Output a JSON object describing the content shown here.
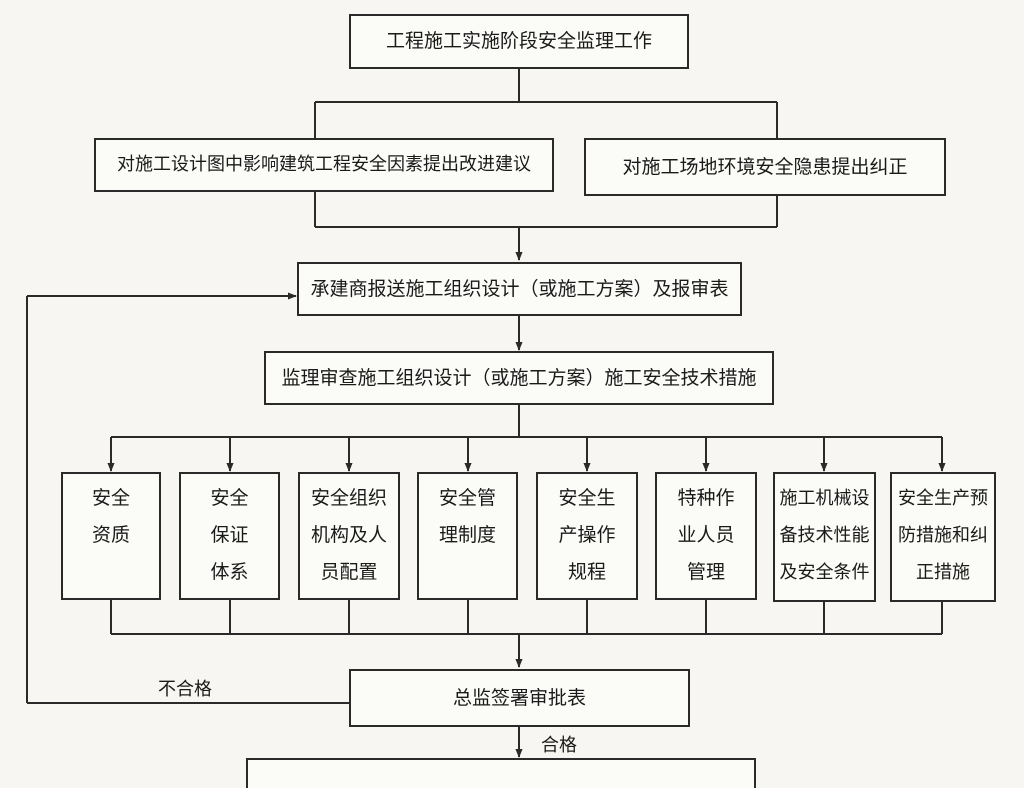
{
  "title": "工程施工实施阶段安全监理工作",
  "suggestions": {
    "design": "对施工设计图中影响建筑工程安全因素提出改进建议",
    "site": "对施工场地环境安全隐患提出纠正"
  },
  "submit": "承建商报送施工组织设计（或施工方案）及报审表",
  "review": "监理审查施工组织设计（或施工方案）施工安全技术措施",
  "review_items": [
    "安全\n资质",
    "安全\n保证\n体系",
    "安全组织\n机构及人\n员配置",
    "安全管\n理制度",
    "安全生\n产操作\n规程",
    "特种作\n业人员\n管理",
    "施工机械设\n备技术性能\n及安全条件",
    "安全生产预\n防措施和纠\n正措施"
  ],
  "approval": "总监签署审批表",
  "labels": {
    "fail": "不合格",
    "pass": "合格"
  }
}
